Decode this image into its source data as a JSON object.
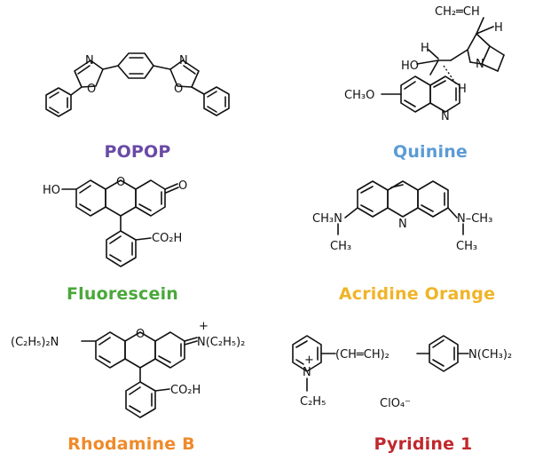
{
  "compounds": [
    {
      "name": "POPOP",
      "color": "#6a4aa5"
    },
    {
      "name": "Quinine",
      "color": "#5b9bd5"
    },
    {
      "name": "Fluorescein",
      "color": "#4aa83a"
    },
    {
      "name": "Acridine Orange",
      "color": "#f0b429"
    },
    {
      "name": "Rhodamine B",
      "color": "#ef8a2a"
    },
    {
      "name": "Pyridine 1",
      "color": "#c0282d"
    }
  ],
  "atoms": {
    "popop_n1": "N",
    "popop_o1": "O",
    "popop_n2": "N",
    "popop_o2": "O",
    "quin_vinyl": "CH₂═CH",
    "quin_h1": "H",
    "quin_h2": "H",
    "quin_h3": "H",
    "quin_ho": "HO",
    "quin_n1": "N",
    "quin_meo": "CH₃O",
    "quin_n2": "N",
    "flu_ho": "HO",
    "flu_o": "O",
    "flu_keto": "O",
    "flu_acid": "CO₂H",
    "acr_n": "N",
    "acr_left_n": "CH₃N",
    "acr_left_me": "CH₃",
    "acr_right_n": "N–CH₃",
    "acr_right_me": "CH₃",
    "rho_left": "(C₂H₅)₂N",
    "rho_o": "O",
    "rho_plus": "+",
    "rho_right": "N(C₂H₅)₂",
    "rho_acid": "CO₂H",
    "pyr_n": "N",
    "pyr_plus": "+",
    "pyr_ethyl": "C₂H₅",
    "pyr_chain": "(CH═CH)₂",
    "pyr_amine": "N(CH₃)₂",
    "pyr_perchlorate": "ClO₄⁻"
  }
}
